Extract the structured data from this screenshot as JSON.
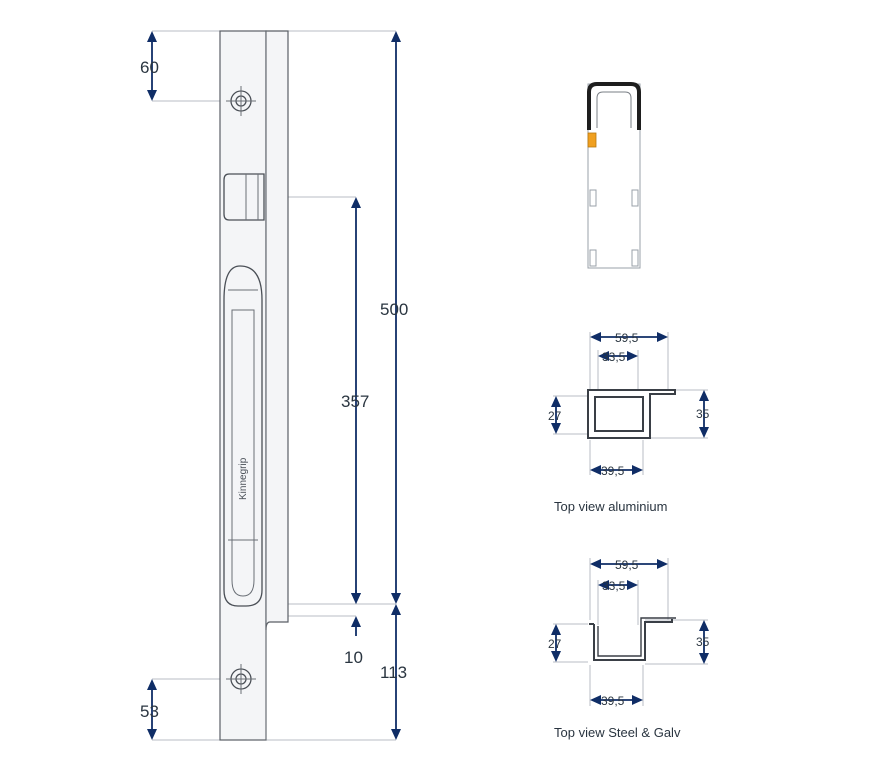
{
  "main_view": {
    "dimensions": {
      "top_offset": "60",
      "overall_height": "500",
      "handle_span": "357",
      "gap": "10",
      "lower_height": "113",
      "bottom_offset": "53"
    },
    "brand_label": "Kinnegrip"
  },
  "section_aluminium": {
    "width_outer": "59,5",
    "width_inner": "33,5",
    "width_bottom": "39,5",
    "height_left": "27",
    "height_right": "35",
    "caption": "Top view aluminium"
  },
  "section_steel": {
    "width_outer": "59,5",
    "width_inner": "33,5",
    "width_bottom": "39,5",
    "height_left": "27",
    "height_right": "35",
    "caption": "Top view Steel & Galv"
  },
  "colors": {
    "dimension_line": "#0f2d66",
    "extension_line": "#b8bcc4",
    "highlight": "#f0a020"
  }
}
